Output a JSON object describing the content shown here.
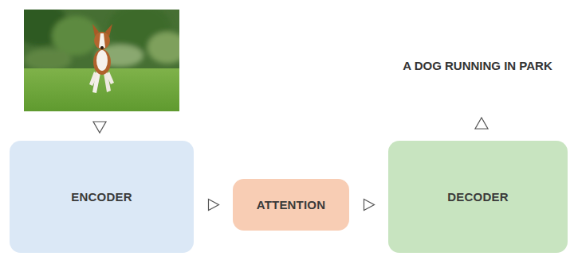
{
  "diagram": {
    "nodes": [
      {
        "text": [
          "ENCODER"
        ]
      },
      {
        "text": [
          "ATTENTION"
        ]
      },
      {
        "text": [
          "DECODER"
        ]
      }
    ],
    "edges": [
      {
        "from": 0,
        "to": 1,
        "arrow": "to"
      },
      {
        "from": 1,
        "to": 2,
        "arrow": "to"
      }
    ],
    "labels": [
      "A DOG RUNNING IN PARK"
    ]
  }
}
